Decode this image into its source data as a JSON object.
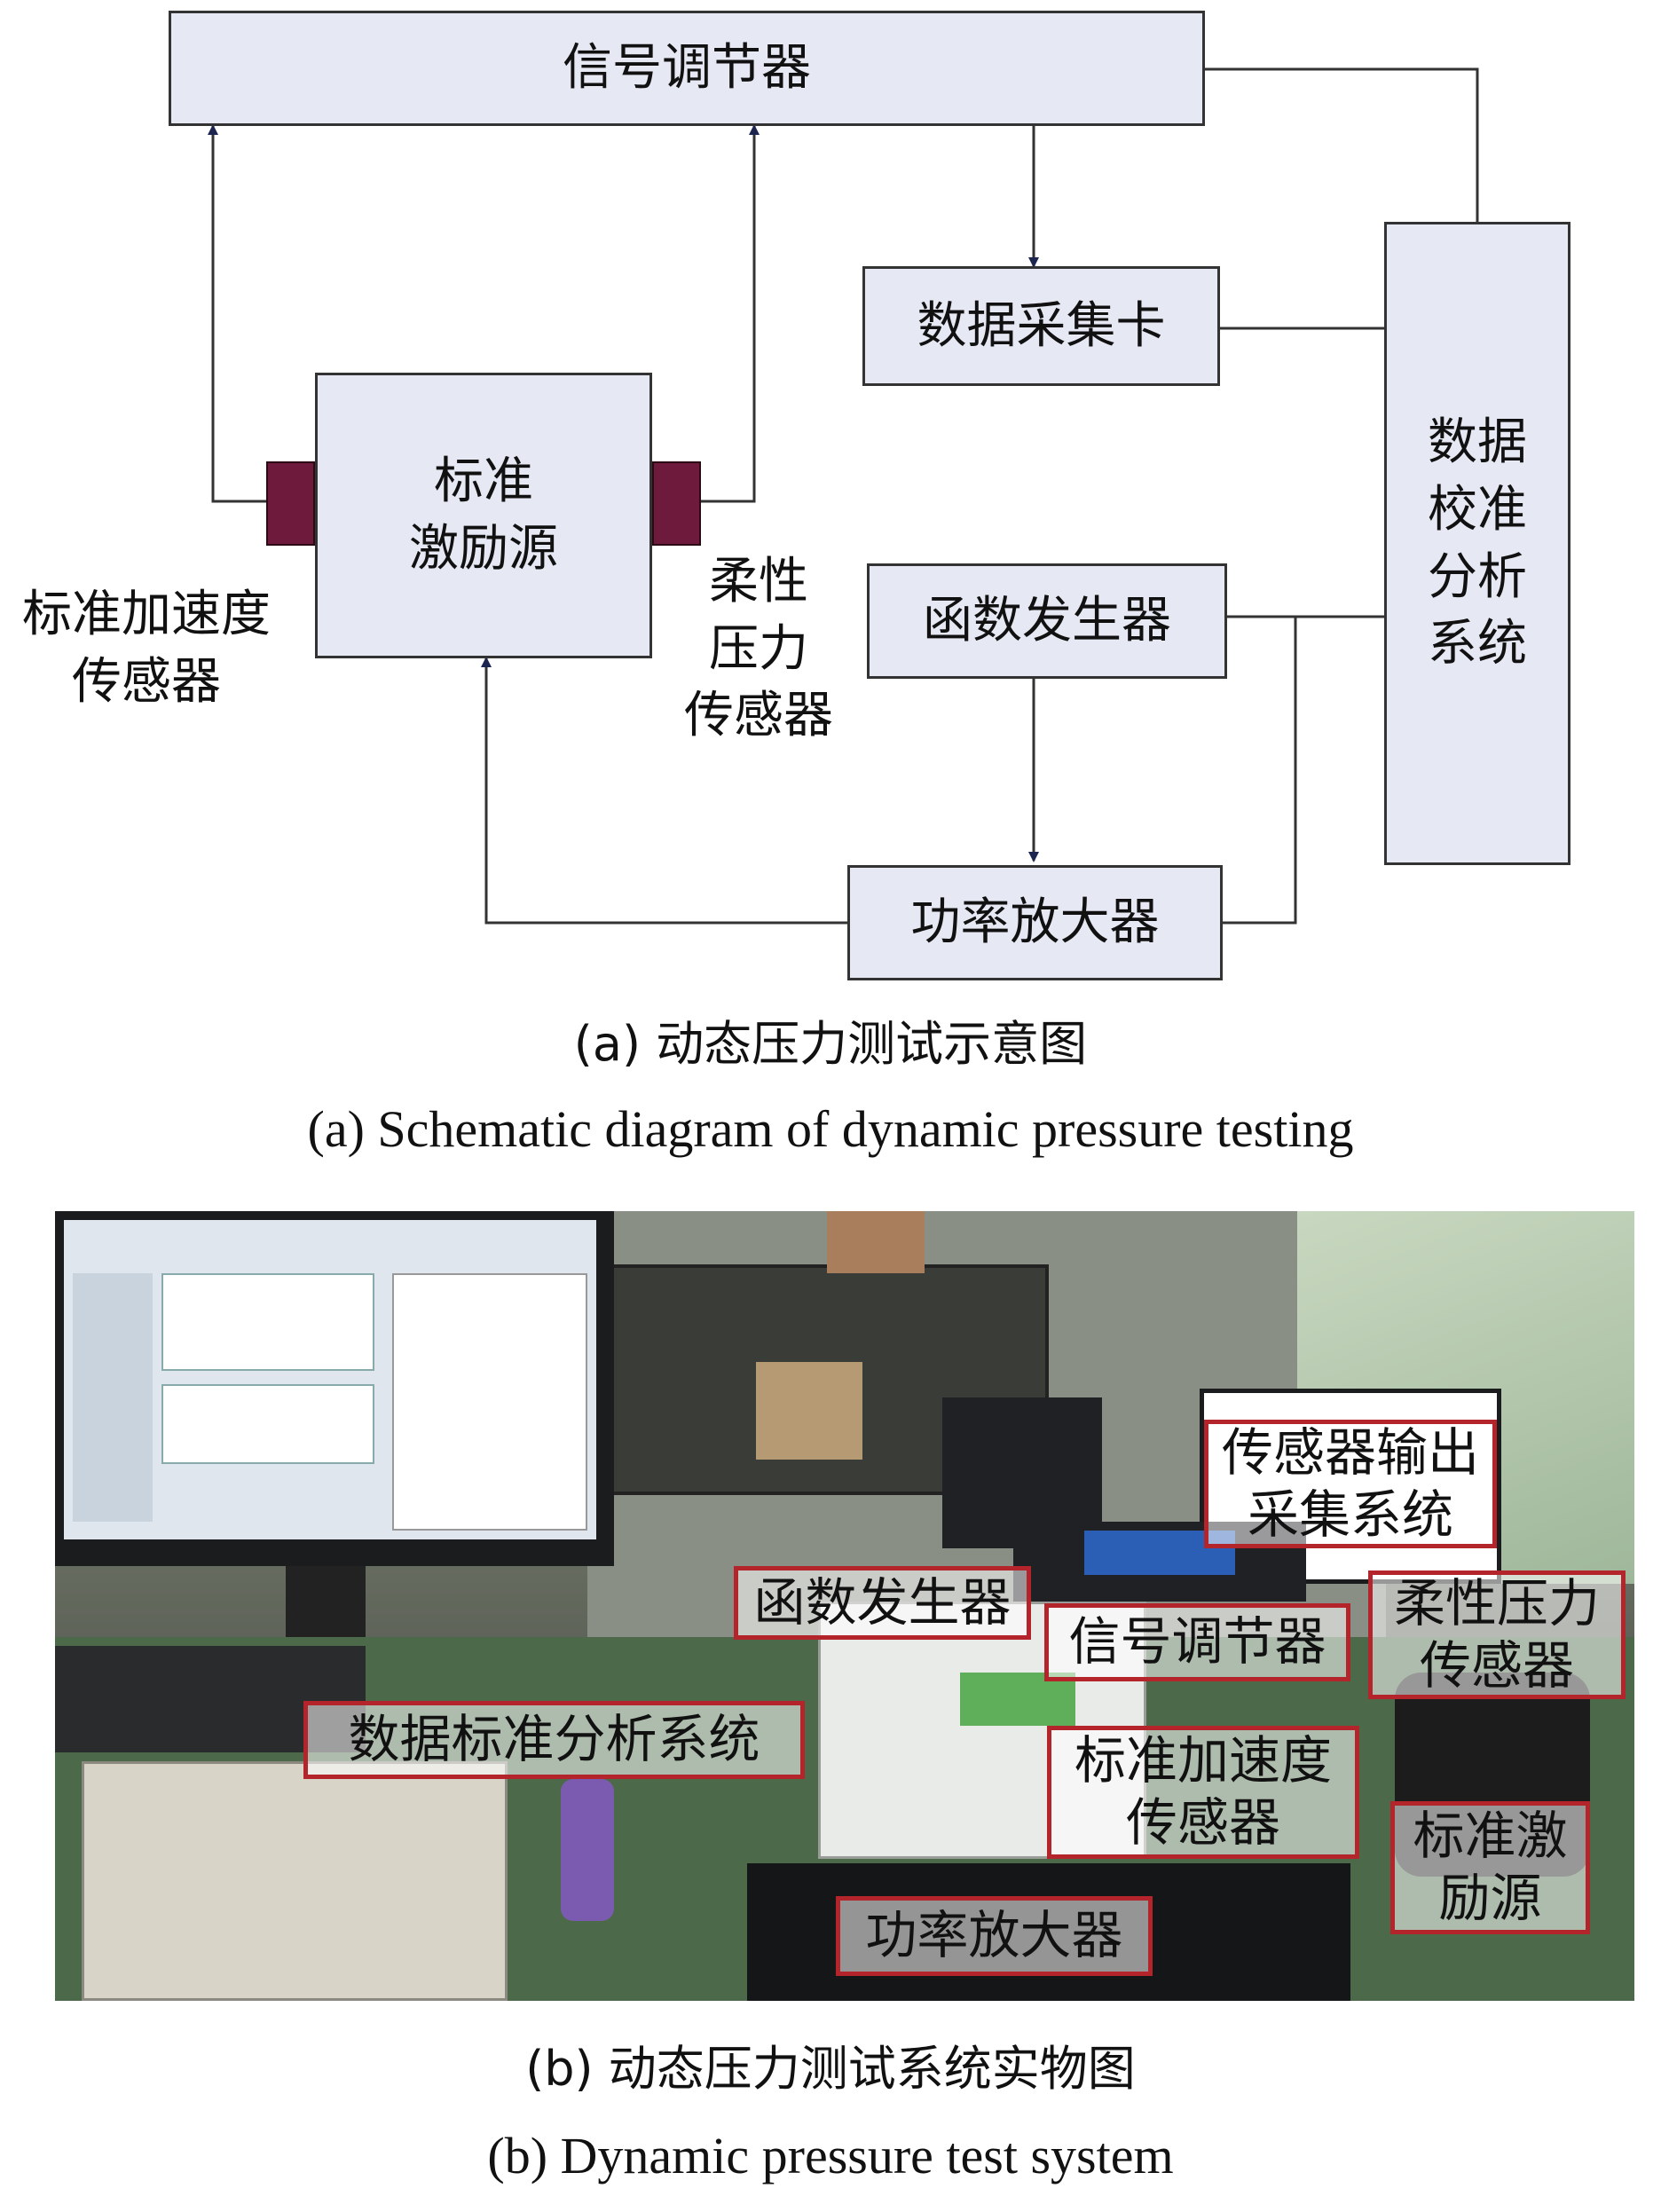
{
  "schematic": {
    "signal_conditioner": "信号调节器",
    "daq_card": "数据采集卡",
    "calibration_system": [
      "数据",
      "校准",
      "分析",
      "系统"
    ],
    "excitation_source": [
      "标准",
      "激励源"
    ],
    "accel_sensor": [
      "标准加速度",
      "传感器"
    ],
    "pressure_sensor": [
      "柔性",
      "压力",
      "传感器"
    ],
    "function_generator": "函数发生器",
    "power_amplifier": "功率放大器"
  },
  "caption_a": {
    "zh": "(a) 动态压力测试示意图",
    "en": "(a)  Schematic diagram of dynamic pressure testing"
  },
  "photo": {
    "labels": {
      "sensor_output": [
        "传感器输出",
        "采集系统"
      ],
      "function_generator": "函数发生器",
      "signal_conditioner": "信号调节器",
      "pressure_sensor": [
        "柔性压力",
        "传感器"
      ],
      "analysis_system": "数据标准分析系统",
      "accel_sensor": [
        "标准加速度",
        "传感器"
      ],
      "excitation_source": [
        "标准激",
        "励源"
      ],
      "power_amplifier": "功率放大器"
    },
    "colors": {
      "label_border": "#b3242b"
    }
  },
  "caption_b": {
    "zh": "(b) 动态压力测试系统实物图",
    "en": "(b) Dynamic pressure test system"
  },
  "colors": {
    "box_fill": "#e6e8f3",
    "box_border": "#333333",
    "plug": "#6e1a3c"
  }
}
